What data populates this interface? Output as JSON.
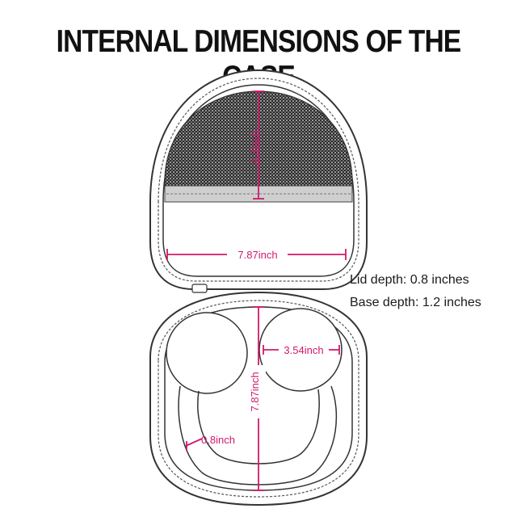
{
  "title": "INTERNAL DIMENSIONS OF THE CASE",
  "notes": {
    "lid_depth": "Lid depth: 0.8 inches",
    "base_depth": "Base depth: 1.2 inches"
  },
  "dimensions": {
    "lid_height": "4.3inch",
    "lid_width": "7.87inch",
    "ear_cup_diameter": "3.54inch",
    "base_height": "7.87inch",
    "headband_width": "0.8inch"
  },
  "colors": {
    "dimension_lines": "#d1196e",
    "outline": "#333333",
    "mesh": "#4a4a4a"
  }
}
